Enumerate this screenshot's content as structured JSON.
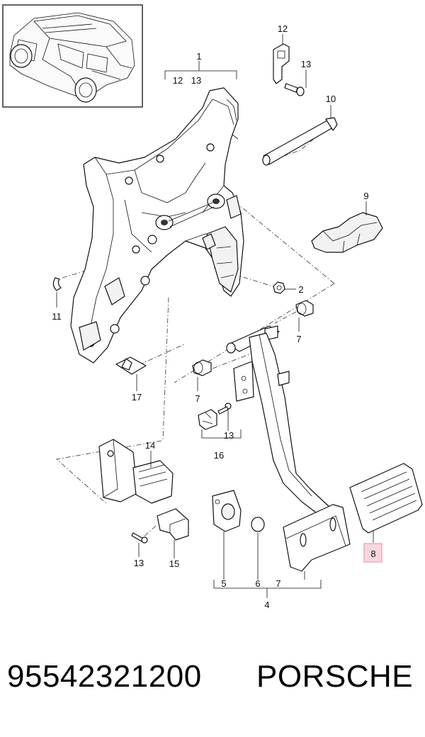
{
  "labels": {
    "l1": "1",
    "l1_a": "12",
    "l1_b": "13",
    "l2": "2",
    "l4": "4",
    "l4_a": "5",
    "l4_b": "6",
    "l4_c": "7",
    "l7a": "7",
    "l7b": "7",
    "l8": "8",
    "l9": "9",
    "l10": "10",
    "l11": "11",
    "l12": "12",
    "l13a": "13",
    "l13b": "13",
    "l13c": "13",
    "l14": "14",
    "l15": "15",
    "l16": "16",
    "l17": "17"
  },
  "colors": {
    "highlight_fill": "#f7d7de",
    "highlight_stroke": "#e58ca0"
  },
  "footer": {
    "part_number": "95542321200",
    "brand": "PORSCHE"
  }
}
